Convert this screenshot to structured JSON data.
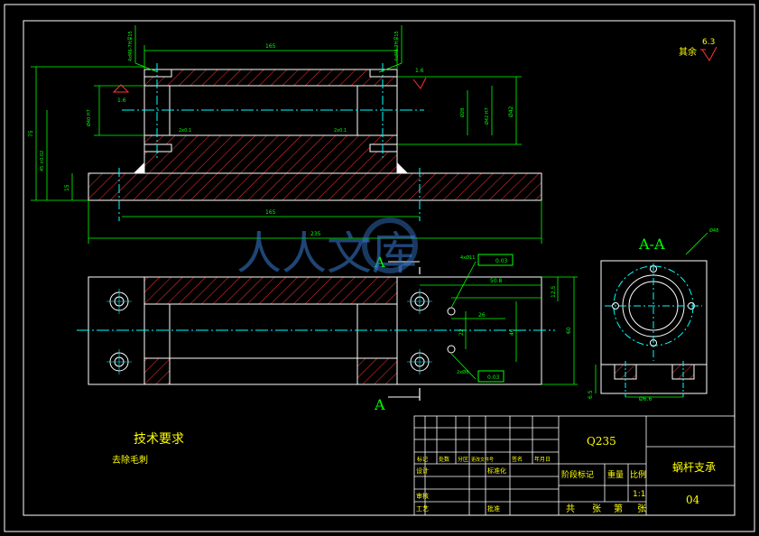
{
  "colors": {
    "background": "#000000",
    "outline": "#ffffff",
    "dimension": "#00ff00",
    "hatch": "#ff3333",
    "centerline": "#00ffff",
    "section_label": "#00ff66",
    "roughness": "#ff3333",
    "title_text": "#ffff00",
    "watermark": "#3a7fd6"
  },
  "roughness_note": {
    "label": "其余",
    "value": "6.3"
  },
  "front_view": {
    "dims": {
      "top_length": "165",
      "base_inner": "165",
      "base_total": "235",
      "overall_height": "75",
      "base_thickness": "15",
      "bore_center": "45 ±0.02",
      "left_bore": "Ø40 H7",
      "right_bore": "Ø42 H7",
      "inner_dia": "Ø28",
      "outer_dia": "Ø42",
      "thread_left": "4xM6-7H深15",
      "thread_right": "4xM6-7H深15",
      "tol_left": "1.6",
      "tol_right": "1.6",
      "chamfer_left": "2x0.1",
      "chamfer_right": "2x0.1"
    }
  },
  "top_view": {
    "section_marker": "A",
    "dims": {
      "slot_w": "50.8",
      "d1": "22",
      "d2": "26",
      "d3": "46",
      "edge": "12.5",
      "total": "60",
      "hole_top": "4xØ11",
      "hole_bot": "2xØ8",
      "tol_top": "0.03",
      "tol_bot": "0.03"
    }
  },
  "section_view": {
    "label": "A-A",
    "dims": {
      "dia": "Ø48",
      "width": "Ø6.6",
      "height": "6.5"
    }
  },
  "notes": {
    "title": "技术要求",
    "item": "去除毛刺"
  },
  "title_block": {
    "material": "Q235",
    "part_name": "蜗杆支承",
    "drawing_no": "04",
    "scale": "1:1",
    "headers": [
      "标记",
      "处数",
      "分区",
      "更改文件号",
      "签名",
      "年月日"
    ],
    "row_labels": [
      "设计",
      "标准化",
      "审核",
      "工艺",
      "批准"
    ],
    "stage_cols": [
      "阶段标记",
      "重量",
      "比例"
    ],
    "sheet": [
      "共",
      "张",
      "第",
      "张"
    ]
  },
  "watermark": {
    "text": "人人文库"
  }
}
